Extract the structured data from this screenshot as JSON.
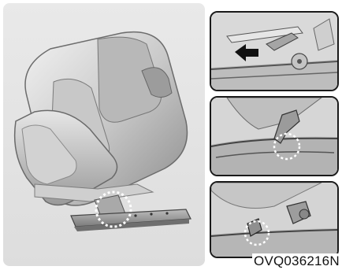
{
  "figure": {
    "code": "OVQ036216N",
    "main_illustration": "seat-illustration",
    "details": [
      {
        "name": "detail-lever-release",
        "icon": "arrow-left-icon"
      },
      {
        "name": "detail-hook-engaged",
        "icon": "hook-icon"
      },
      {
        "name": "detail-hook-latch",
        "icon": "latch-icon"
      }
    ],
    "colors": {
      "panel": "#e4e4e4",
      "seat_light": "#d8d8d8",
      "seat_dark": "#8a8a8a",
      "outline": "#1a1a1a",
      "highlight_circle": "#ffffff"
    }
  }
}
